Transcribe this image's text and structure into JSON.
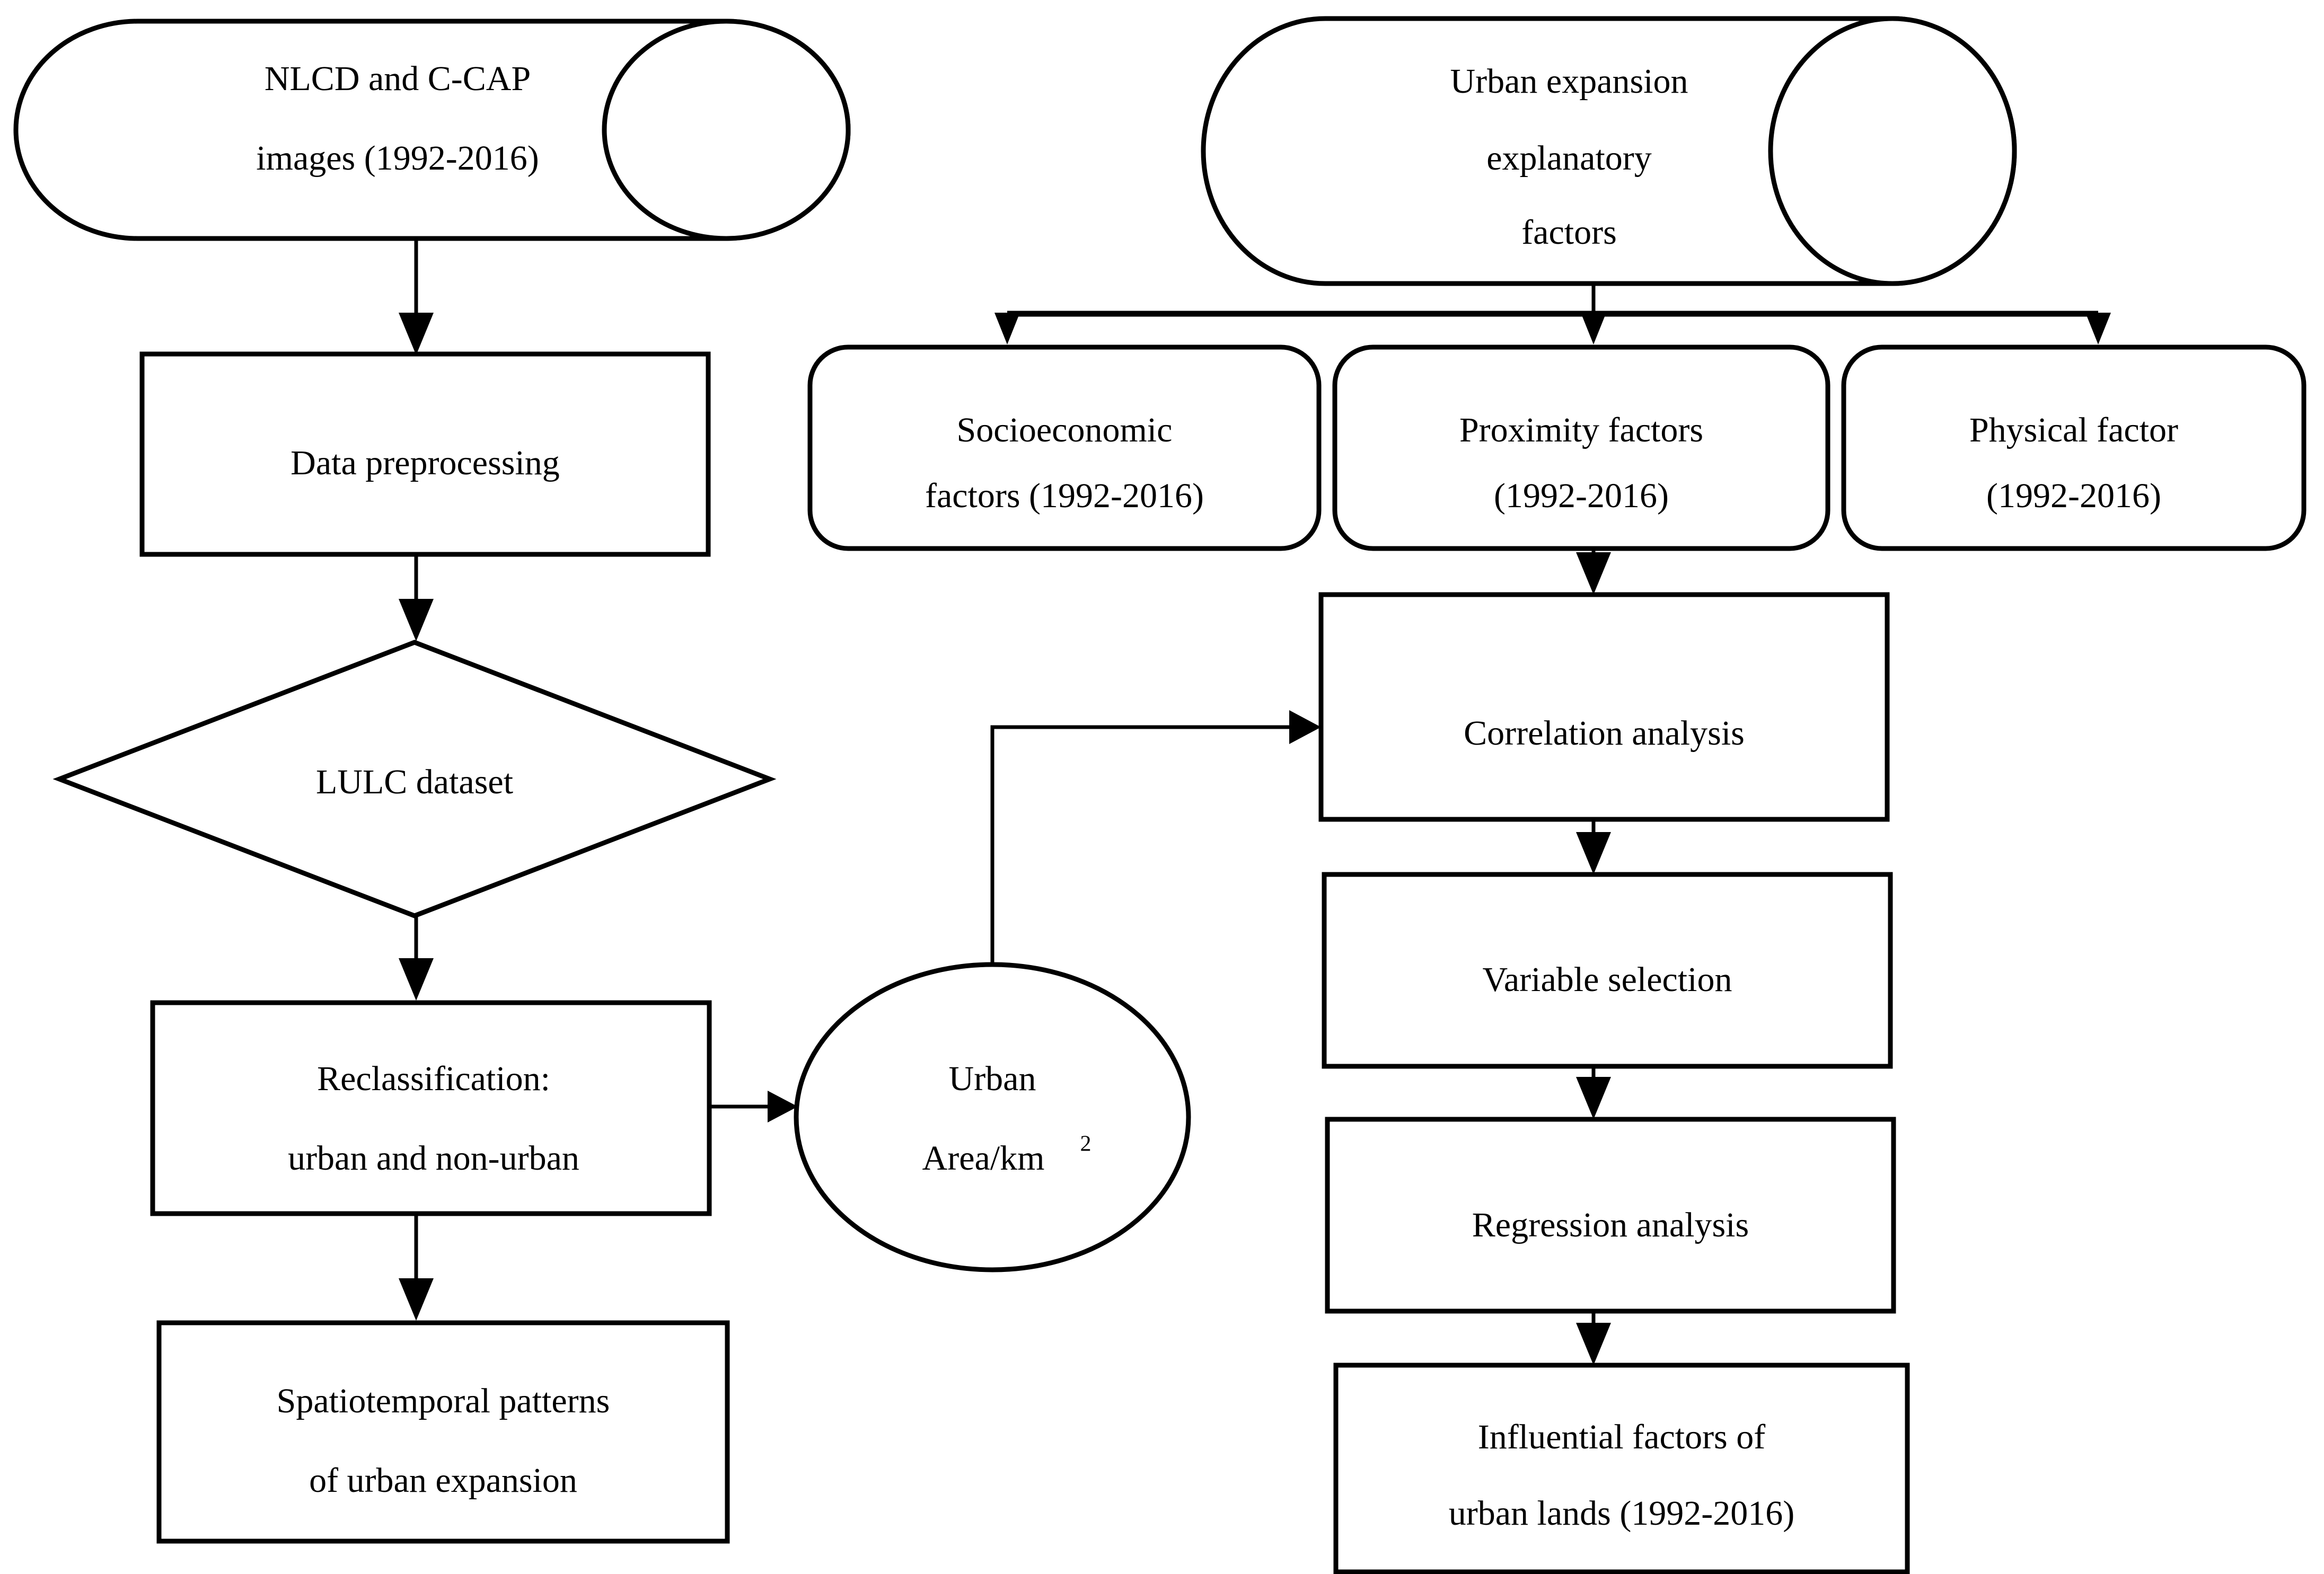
{
  "diagram": {
    "type": "flowchart",
    "title": "Urban expansion research workflow",
    "stroke_color": "#000000",
    "fill_color": "#ffffff",
    "background_color": "#ffffff"
  },
  "nodes": {
    "nlcd_source": {
      "shape": "cylinder",
      "line1": "NLCD and C-CAP",
      "line2": "images (1992-2016)"
    },
    "explanatory_source": {
      "shape": "cylinder",
      "line1": "Urban expansion",
      "line2": "explanatory",
      "line3": "factors"
    },
    "data_preprocessing": {
      "shape": "rectangle",
      "line1": "Data preprocessing"
    },
    "lulc_dataset": {
      "shape": "diamond",
      "line1": "LULC dataset"
    },
    "reclassification": {
      "shape": "rectangle",
      "line1": "Reclassification:",
      "line2": "urban and non-urban"
    },
    "urban_area": {
      "shape": "ellipse",
      "line1": "Urban",
      "line2": "Area/km",
      "line2_superscript": "2"
    },
    "spatiotemporal_patterns": {
      "shape": "rectangle",
      "line1": "Spatiotemporal patterns",
      "line2": "of urban expansion"
    },
    "socioeconomic_factors": {
      "shape": "rounded-rectangle",
      "line1": "Socioeconomic",
      "line2": "factors (1992-2016)"
    },
    "proximity_factors": {
      "shape": "rounded-rectangle",
      "line1": "Proximity factors",
      "line2": "(1992-2016)"
    },
    "physical_factor": {
      "shape": "rounded-rectangle",
      "line1": "Physical factor",
      "line2": "(1992-2016)"
    },
    "correlation_analysis": {
      "shape": "rectangle",
      "line1": "Correlation analysis"
    },
    "variable_selection": {
      "shape": "rectangle",
      "line1": "Variable selection"
    },
    "regression_analysis": {
      "shape": "rectangle",
      "line1": "Regression analysis"
    },
    "influential_factors": {
      "shape": "rectangle",
      "line1": "Influential factors of",
      "line2": "urban lands (1992-2016)"
    }
  },
  "edges": [
    {
      "from": "nlcd_source",
      "to": "data_preprocessing",
      "style": "arrow-down"
    },
    {
      "from": "data_preprocessing",
      "to": "lulc_dataset",
      "style": "arrow-down"
    },
    {
      "from": "lulc_dataset",
      "to": "reclassification",
      "style": "arrow-down"
    },
    {
      "from": "reclassification",
      "to": "urban_area",
      "style": "arrow-right"
    },
    {
      "from": "reclassification",
      "to": "spatiotemporal_patterns",
      "style": "arrow-down"
    },
    {
      "from": "urban_area",
      "to": "correlation_analysis",
      "style": "elbow-arrow-right"
    },
    {
      "from": "explanatory_source",
      "to": "socioeconomic_factors",
      "style": "branch-arrow-down"
    },
    {
      "from": "explanatory_source",
      "to": "proximity_factors",
      "style": "branch-arrow-down"
    },
    {
      "from": "explanatory_source",
      "to": "physical_factor",
      "style": "branch-arrow-down"
    },
    {
      "from": "proximity_factors",
      "to": "correlation_analysis",
      "style": "arrow-down"
    },
    {
      "from": "correlation_analysis",
      "to": "variable_selection",
      "style": "arrow-down"
    },
    {
      "from": "variable_selection",
      "to": "regression_analysis",
      "style": "arrow-down"
    },
    {
      "from": "regression_analysis",
      "to": "influential_factors",
      "style": "arrow-down"
    }
  ]
}
